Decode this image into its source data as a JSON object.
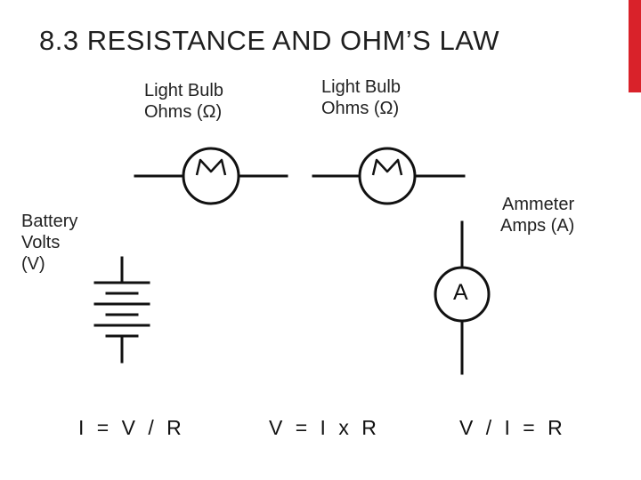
{
  "slide": {
    "title": "8.3 RESISTANCE AND OHM’S LAW",
    "accent_color": "#d9222a"
  },
  "labels": {
    "bulb1": [
      "Light Bulb",
      "Ohms (Ω)"
    ],
    "bulb2": [
      "Light Bulb",
      "Ohms (Ω)"
    ],
    "ammeter": [
      "Ammeter",
      "Amps (A)"
    ],
    "battery": [
      "Battery",
      "Volts",
      "(V)"
    ]
  },
  "ammeter_symbol": "A",
  "equations": [
    "I = V / R",
    "V = I x R",
    "V / I = R"
  ]
}
